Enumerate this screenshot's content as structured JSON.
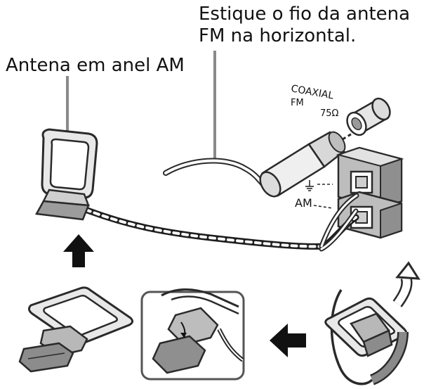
{
  "callouts": {
    "fm_wire_line1": "Estique o fio da antena",
    "fm_wire_line2": "FM na horizontal.",
    "am_loop": "Antena em anel AM"
  },
  "terminal_labels": {
    "coaxial": "COAXIAL",
    "fm": "FM",
    "ohms": "75Ω",
    "am": "AM"
  },
  "colors": {
    "line": "#2a2a2a",
    "fill_light": "#eeeeee",
    "fill_mid": "#bdbdbd",
    "fill_dark": "#7a7a7a",
    "arrow": "#111111",
    "inset_border": "#555555"
  },
  "icons": {
    "up_arrow": "arrow-up-icon",
    "left_arrow": "arrow-left-icon",
    "rotate_arrow": "rotate-arrow-icon"
  }
}
